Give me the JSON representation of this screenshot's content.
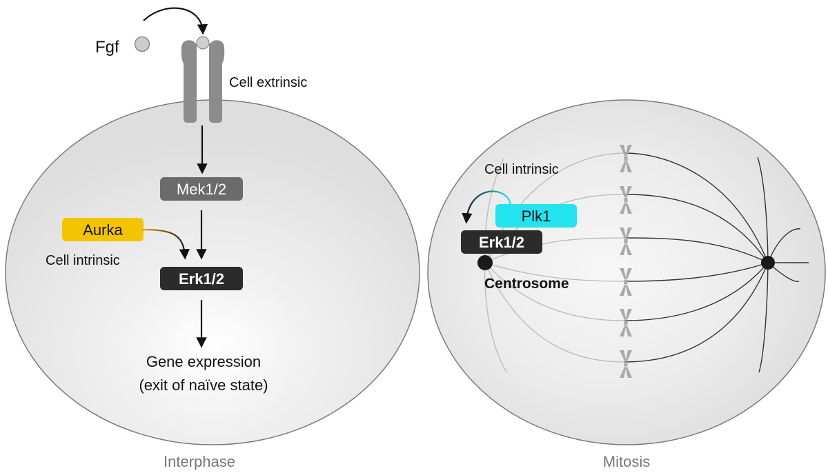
{
  "panels": {
    "interphase": {
      "caption": "Interphase",
      "ligand": "Fgf",
      "extrinsic_label": "Cell extrinsic",
      "mek": "Mek1/2",
      "aurka": "Aurka",
      "intrinsic_label": "Cell intrinsic",
      "erk": "Erk1/2",
      "outcome_line1": "Gene expression",
      "outcome_line2": "(exit of naïve state)"
    },
    "mitosis": {
      "caption": "Mitosis",
      "intrinsic_label": "Cell intrinsic",
      "plk": "Plk1",
      "erk": "Erk1/2",
      "centrosome": "Centrosome"
    }
  },
  "colors": {
    "cell_fill": "#e6e6e6",
    "cell_edge": "#7a7a7a",
    "receptor": "#8c8c8c",
    "mek_box": "#6b6b6b",
    "erk_box": "#2b2b2b",
    "aurka_box": "#f5c400",
    "plk_box": "#22e3ee",
    "chromosome": "#a9a9a9",
    "caption": "#777777"
  },
  "icons": {
    "receptor": "receptor-icon",
    "ligand": "ligand-icon",
    "centrosome": "centrosome-icon",
    "chromosome": "chromosome-icon"
  }
}
